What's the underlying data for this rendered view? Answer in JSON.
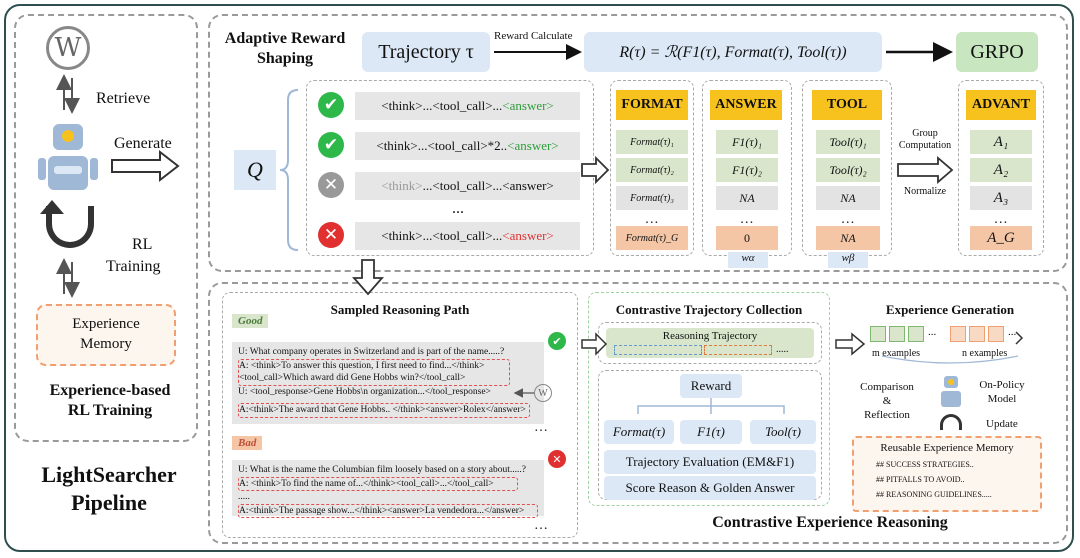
{
  "left_panel": {
    "retrieve": "Retrieve",
    "generate": "Generate",
    "rl_training_1": "RL",
    "rl_training_2": "Training",
    "memory_1": "Experience",
    "memory_2": "Memory",
    "caption_1": "Experience-based",
    "caption_2": "RL Training",
    "pipeline_1": "LightSearcher",
    "pipeline_2": "Pipeline"
  },
  "top": {
    "title_1": "Adaptive Reward",
    "title_2": "Shaping",
    "trajectory": "Trajectory τ",
    "reward_calc": "Reward Calculate",
    "formula": "R(τ) = ℛ(F1(τ), Format(τ), Tool(τ))",
    "grpo": "GRPO",
    "q": "Q",
    "rows": [
      {
        "a": "<think>...<tool_call>...",
        "b": "<answer>"
      },
      {
        "a": "<think>...<tool_call>*2..",
        "b": "<answer>"
      },
      {
        "a_gray": "<think>",
        "a": "...<tool_call>...<answer>"
      },
      {
        "a": "..."
      },
      {
        "a": "<think>...<tool_call>...",
        "b": "<answer>"
      }
    ],
    "format_hdr": "FORMAT",
    "answer_hdr": "ANSWER",
    "tool_hdr": "TOOL",
    "advant_hdr": "ADVANT",
    "format_cells": [
      "Format(τ)₁",
      "Format(τ)₂",
      "Format(τ)₃",
      "…",
      "Format(τ)_G"
    ],
    "answer_cells": [
      "F1(τ)₁",
      "F1(τ)₂",
      "NA",
      "…",
      "0"
    ],
    "tool_cells": [
      "Tool(τ)₁",
      "Tool(τ)₂",
      "NA",
      "…",
      "NA"
    ],
    "advant_cells": [
      "A₁",
      "A₂",
      "A₃",
      "…",
      "A_G"
    ],
    "w_alpha": "wα",
    "w_beta": "wβ",
    "group_comp_1": "Group",
    "group_comp_2": "Computation",
    "normalize": "Normalize"
  },
  "bottom": {
    "sampled_title": "Sampled Reasoning Path",
    "good": "Good",
    "bad": "Bad",
    "good_q": "U: What company operates in Switzerland and is part of the name.....?",
    "good_a1": "A: <think>To answer this question, I first need to find...</think>",
    "good_a2": "<tool_call>Which award did Gene Hobbs win?</tool_call>",
    "good_a3": "U: <tool_response>Gene Hobbs\\n organization...</tool_response>",
    "good_a4": "A:<think>The award that Gene Hobbs.. </think><answer>Rolex</answer>",
    "bad_q": "U: What is the name the Columbian film loosely based on a story about.....?",
    "bad_a1": "A: <think>To find the name of...</think><tool_call>...</tool_call>",
    "bad_a2": ".....",
    "bad_a3": "A:<think>The passage show...</think><answer>La vendedora...</answer>",
    "ellipsis": "…",
    "ctc_title": "Contrastive Trajectory Collection",
    "reasoning_traj": "Reasoning Trajectory",
    "dots": ".....",
    "reward": "Reward",
    "pill_format": "Format(τ)",
    "pill_f1": "F1(τ)",
    "pill_tool": "Tool(τ)",
    "traj_eval": "Trajectory Evaluation (EM&F1)",
    "score_reason": "Score Reason & Golden Answer",
    "exp_gen_title": "Experience Generation",
    "m_examples": "m examples",
    "n_examples": "n examples",
    "comparison": "Comparison",
    "amp": "&",
    "reflection": "Reflection",
    "onpolicy_1": "On-Policy",
    "onpolicy_2": "Model",
    "update": "Update",
    "rem_title": "Reusable Experience Memory",
    "rem_1": "## SUCCESS STRATEGIES..",
    "rem_2": "## PITFALLS TO AVOID..",
    "rem_3": "## REASONING GUIDELINES.....",
    "cer_title": "Contrastive Experience Reasoning"
  }
}
